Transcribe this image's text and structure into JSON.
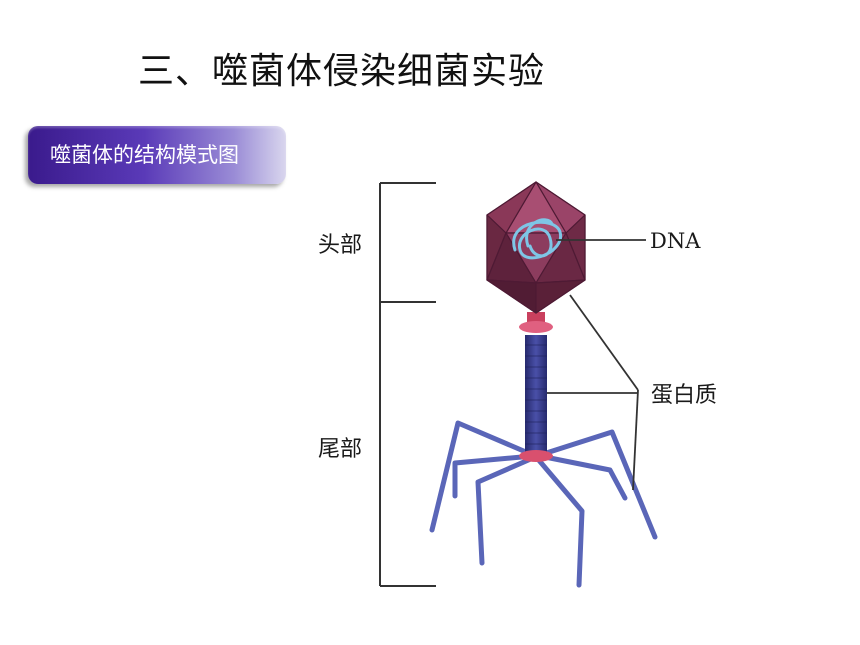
{
  "slide": {
    "title": "三、噬菌体侵染细菌实验",
    "section_label": "噬菌体的结构模式图"
  },
  "diagram": {
    "labels": {
      "head": "头部",
      "tail": "尾部",
      "dna": "DNA",
      "protein": "蛋白质"
    },
    "colors": {
      "capsid": "#7a2e4c",
      "tail": "#3b3f8c",
      "collar": "#d9506e",
      "dna": "#6fb6d8",
      "bracket": "#333333"
    }
  }
}
